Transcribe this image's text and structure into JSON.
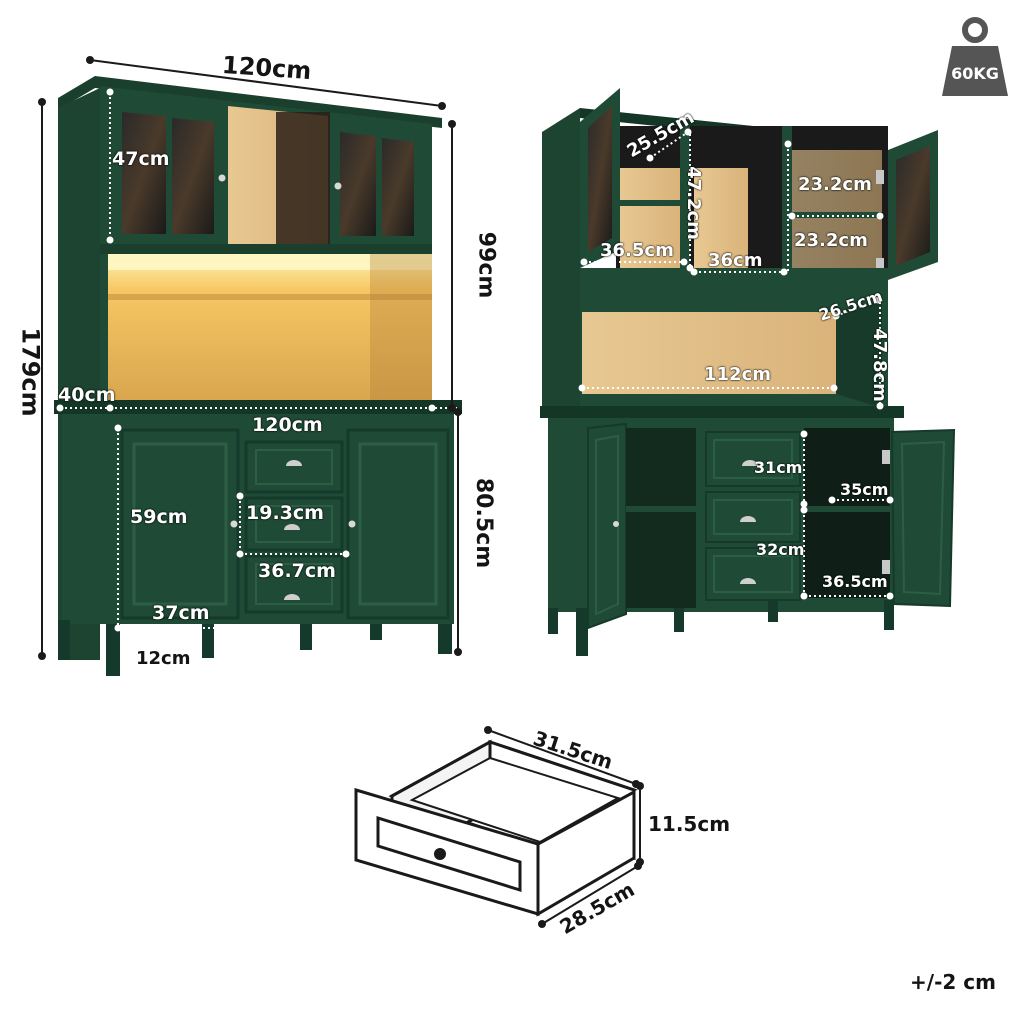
{
  "weight_badge": {
    "label": "60KG",
    "color": "#555555"
  },
  "tolerance": "+/-2 cm",
  "colors": {
    "cabinet_green": "#1e4a35",
    "cabinet_green_dark": "#143627",
    "wood_light": "#e2c08c",
    "led_glow": "#f6c763"
  },
  "left_view": {
    "total_width": "120cm",
    "total_height": "179cm",
    "hutch_height": "99cm",
    "glass_door_height": "47cm",
    "depth": "40cm",
    "base_width": "120cm",
    "base_height": "80.5cm",
    "door_height": "59cm",
    "drawer_height": "19.3cm",
    "drawer_width": "36.7cm",
    "door_width": "37cm",
    "leg_height": "12cm"
  },
  "right_view": {
    "shelf_depth_top": "25.5cm",
    "upper_inner_height": "47.2cm",
    "right_cabinet_shelf_1": "23.2cm",
    "right_cabinet_shelf_2": "23.2cm",
    "left_inner_width": "36.5cm",
    "middle_inner_width": "36cm",
    "open_shelf_depth": "26.5cm",
    "open_shelf_height": "47.8cm",
    "open_shelf_width": "112cm",
    "drawer_inner_height": "31cm",
    "base_shelf_height": "35cm",
    "base_lower_height": "32cm",
    "base_inner_width": "36.5cm"
  },
  "drawer_detail": {
    "width": "31.5cm",
    "height": "11.5cm",
    "depth": "28.5cm"
  }
}
